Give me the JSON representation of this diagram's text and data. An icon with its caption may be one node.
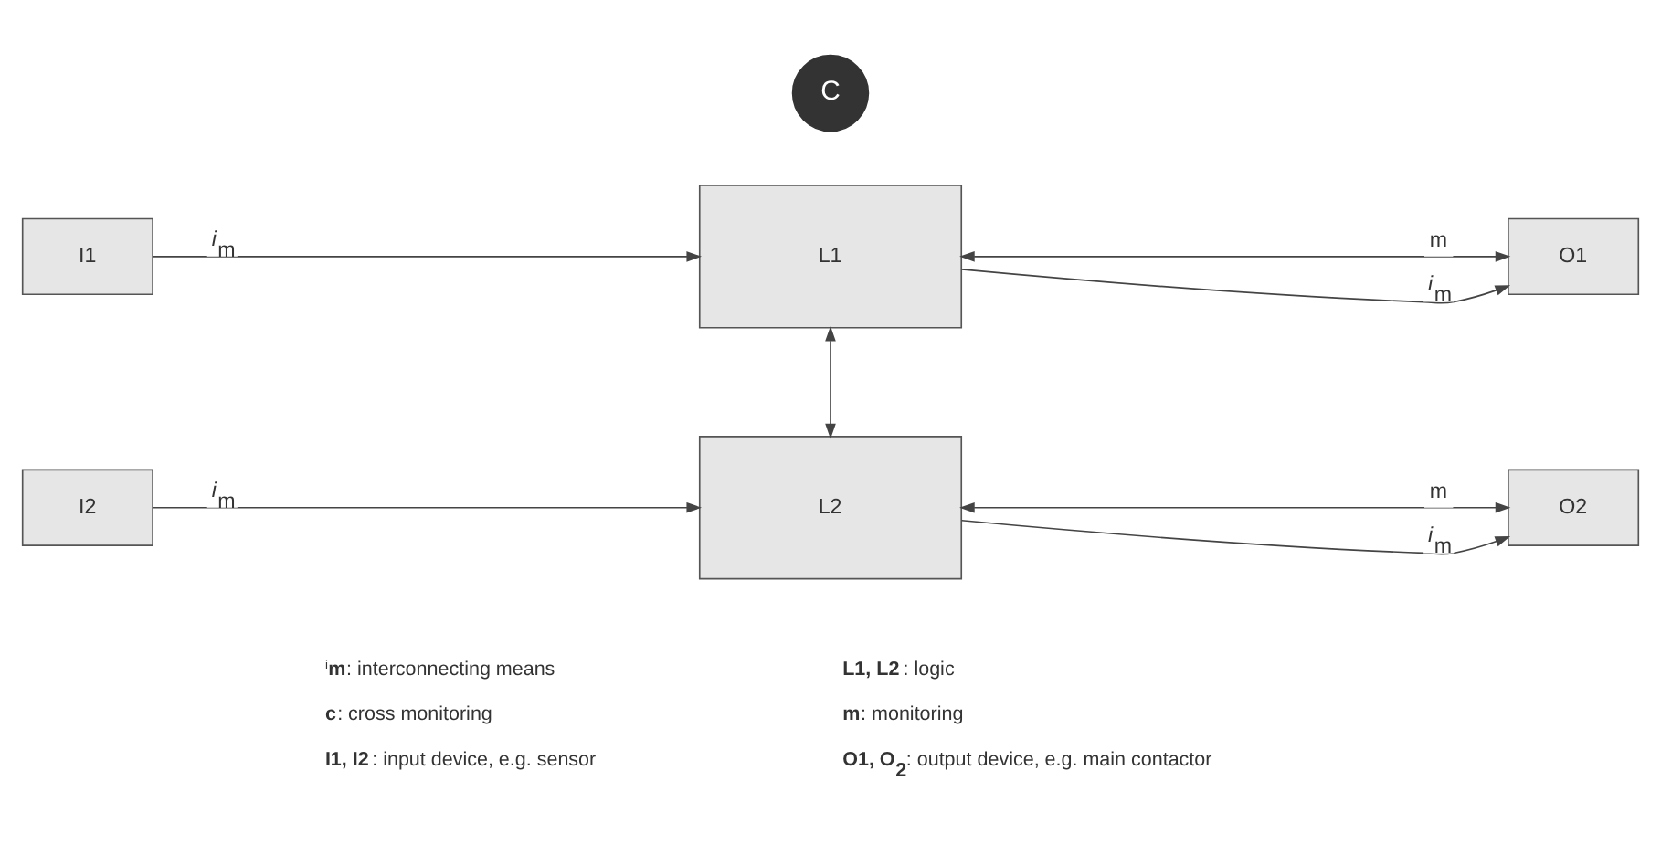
{
  "diagram": {
    "nodes": [
      {
        "text": [
          "I1"
        ]
      },
      {
        "text": [
          "L1"
        ]
      },
      {
        "text": [
          "O1"
        ]
      },
      {
        "text": [
          "C"
        ]
      },
      {
        "text": [
          "I2"
        ]
      },
      {
        "text": [
          "L2"
        ]
      },
      {
        "text": [
          "O2"
        ]
      }
    ],
    "edges": [
      {
        "from": 0,
        "to": 1,
        "arrow": "to",
        "label": "*i*$_{m}$"
      },
      {
        "from": 1,
        "to": 2,
        "arrow": "both",
        "label": "m"
      },
      {
        "from": 1,
        "to": 2,
        "arrow": "to",
        "label": "*i*$_{m}$"
      },
      {
        "from": 1,
        "to": 5,
        "arrow": "both"
      },
      {
        "from": 4,
        "to": 5,
        "arrow": "to",
        "label": "*i*$_{m}$"
      },
      {
        "from": 5,
        "to": 6,
        "arrow": "both",
        "label": "m"
      },
      {
        "from": 5,
        "to": 6,
        "arrow": "to",
        "label": "*i*$_{m}$"
      }
    ],
    "labels": [
      "$^{i}$**m**: interconnecting means",
      "**L1, L2**: logic",
      "**c**: cross monitoring",
      "**m**: monitoring",
      "**I1, I2**: input device, e.g. sensor",
      "**O1, O$_{2}$**: output device, e.g. main contactor"
    ]
  }
}
